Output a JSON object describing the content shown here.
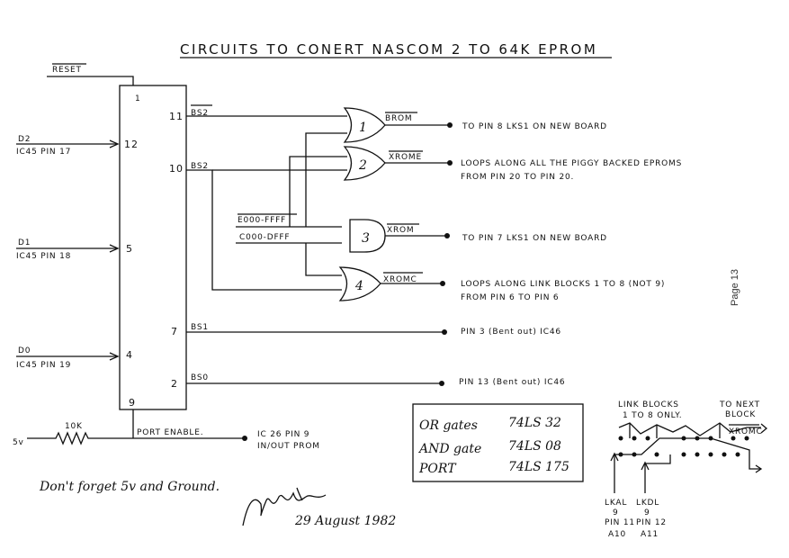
{
  "title": "CIRCUITS  TO  CONERT  NASCOM  2  TO  64K EPROM",
  "signals": {
    "reset": "RESET",
    "d2": "D2",
    "d2_pin": "IC45  PIN  17",
    "d1": "D1",
    "d1_pin": "IC45  PIN  18",
    "d0": "D0",
    "d0_pin": "IC45  PIN  19",
    "bs2_bar": "BS2",
    "bs2": "BS2",
    "bs1": "BS1",
    "bs0": "BS0",
    "e000": "E000-FFFF",
    "c000": "C000-DFFF",
    "brom": "BROM",
    "xrome": "XROME",
    "xrom": "XROM",
    "xromc": "XROMC",
    "port_enable": "PORT ENABLE.",
    "fivev": "5v",
    "resistor": "10K"
  },
  "pins": {
    "p1": "1",
    "p12": "12",
    "p5": "5",
    "p4": "4",
    "p9": "9",
    "p11": "11",
    "p10": "10",
    "p7": "7",
    "p2": "2"
  },
  "gates": {
    "g1": "1",
    "g2": "2",
    "g3": "3",
    "g4": "4"
  },
  "outputs": {
    "o1": "TO  PIN  8   LKS1   ON  NEW  BOARD",
    "o2a": "LOOPS  ALONG  ALL  THE  PIGGY  BACKED  EPROMS",
    "o2b": "FROM  PIN  20  TO  PIN 20.",
    "o3": "TO  PIN  7  LKS1   ON  NEW  BOARD",
    "o4a": "LOOPS  ALONG  LINK  BLOCKS   1  TO  8  (NOT 9)",
    "o4b": "FROM  PIN  6  TO  PIN 6",
    "o5": "PIN 3  (Bent out)  IC46",
    "o6": "PIN 13  (Bent out)  IC46",
    "o7a": "IC  26  PIN  9",
    "o7b": "IN/OUT  PROM"
  },
  "gate_table": [
    {
      "name": "OR  gates",
      "part": "74LS 32"
    },
    {
      "name": "AND  gate",
      "part": "74LS 08"
    },
    {
      "name": "PORT",
      "part": "74LS 175"
    }
  ],
  "link": {
    "title1": "LINK  BLOCKS",
    "title2": "1  TO  8  ONLY.",
    "next1": "TO NEXT",
    "next2": "BLOCK",
    "xromc": "XROMC",
    "lkal": [
      "LKAL",
      "9",
      "PIN 11",
      "A10"
    ],
    "lkdl": [
      "LKDL",
      "9",
      "PIN 12",
      "A11"
    ]
  },
  "note": "Don't  forget  5v  and  Ground.",
  "date": "29 August 1982",
  "page": "Page 13",
  "colors": {
    "ink": "#111111",
    "paper": "#ffffff"
  }
}
